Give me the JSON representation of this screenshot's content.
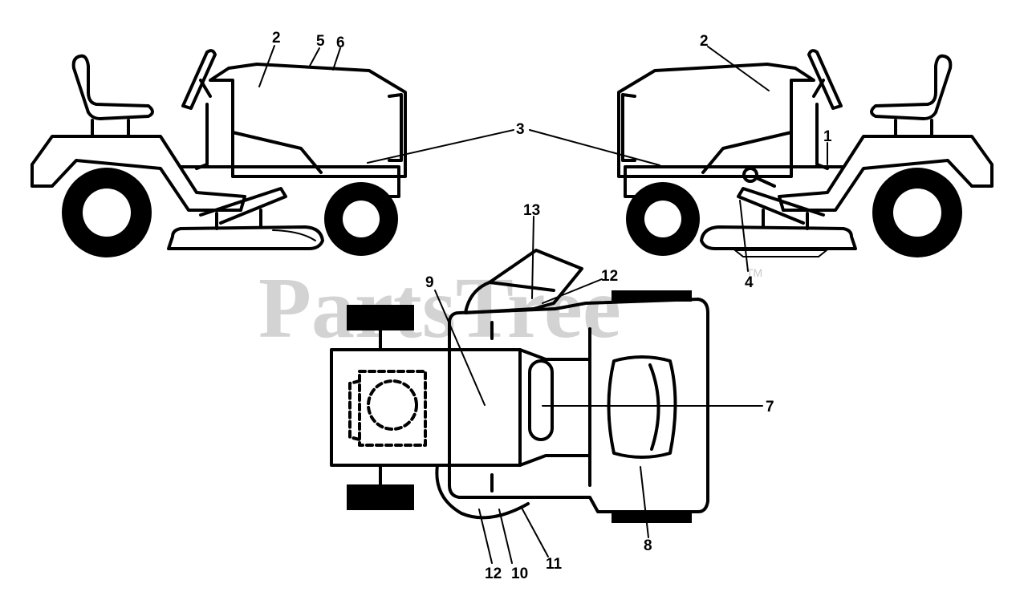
{
  "watermark": {
    "text": "PartsTree",
    "trademark": "TM"
  },
  "callouts": {
    "left_mower": [
      "2",
      "5",
      "6",
      "3"
    ],
    "right_mower": [
      "2",
      "3",
      "1",
      "4"
    ],
    "top_view": [
      "13",
      "9",
      "12",
      "7",
      "8",
      "12",
      "10",
      "11"
    ]
  }
}
